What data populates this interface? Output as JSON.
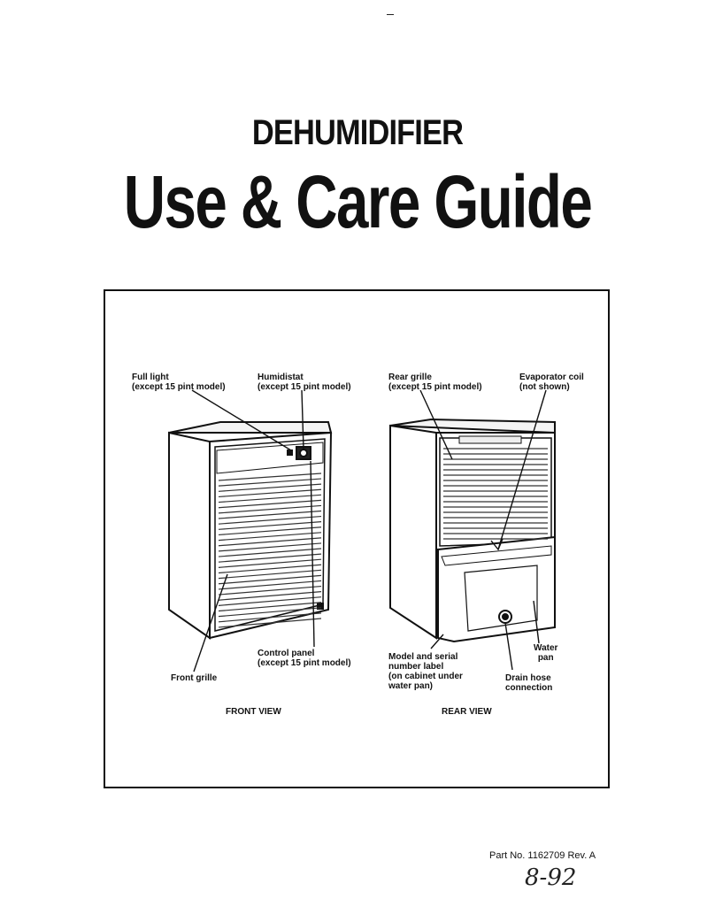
{
  "document": {
    "subtitle": "DEHUMIDIFIER",
    "title": "Use & Care Guide",
    "part_number": "Part No. 1162709 Rev. A",
    "handwritten_date": "8-92"
  },
  "figure": {
    "front_view": {
      "caption": "FRONT VIEW",
      "labels": {
        "full_light": "Full light\n(except 15 pint model)",
        "humidistat": "Humidistat\n(except 15 pint model)",
        "control_panel": "Control panel\n(except 15 pint model)",
        "front_grille": "Front grille"
      }
    },
    "rear_view": {
      "caption": "REAR VIEW",
      "labels": {
        "rear_grille": "Rear grille\n(except 15 pint model)",
        "evaporator_coil": "Evaporator coil\n(not shown)",
        "model_serial_label": "Model and serial\nnumber label\n(on cabinet under\nwater pan)",
        "water_pan": "Water\npan",
        "drain_hose": "Drain hose\nconnection"
      }
    }
  }
}
